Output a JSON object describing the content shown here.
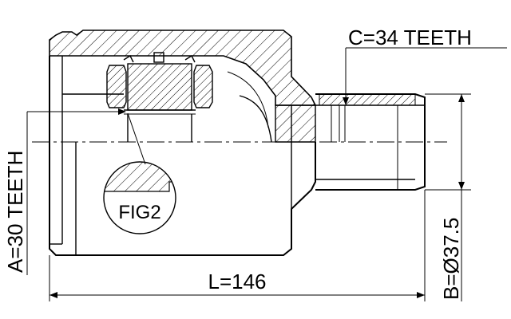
{
  "labels": {
    "c_teeth": "C=34 TEETH",
    "a_teeth": "A=30 TEETH",
    "b_diameter": "B=Ø37.5",
    "length": "L=146",
    "fig_callout": "FIG2"
  },
  "colors": {
    "line": "#000000",
    "background": "#ffffff"
  }
}
